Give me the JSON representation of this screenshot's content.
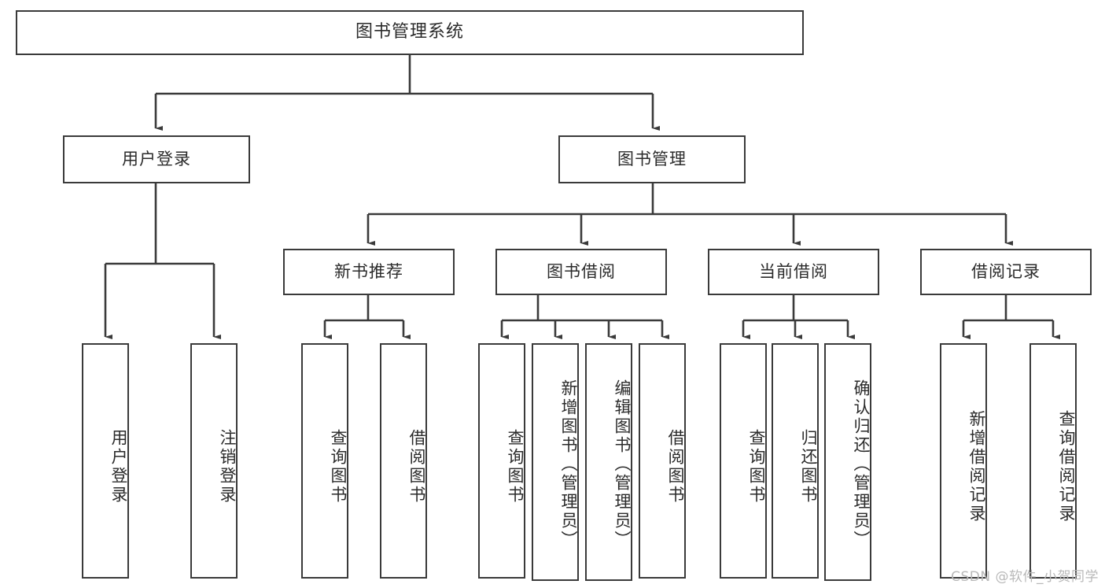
{
  "diagram": {
    "type": "tree-hierarchy",
    "title": "图书管理系统",
    "root": {
      "label": "图书管理系统"
    },
    "level1": [
      {
        "id": "user-login",
        "label": "用户登录"
      },
      {
        "id": "book-management",
        "label": "图书管理"
      }
    ],
    "level2": [
      {
        "id": "new-book-recommend",
        "label": "新书推荐",
        "parent": "book-management"
      },
      {
        "id": "book-borrow",
        "label": "图书借阅",
        "parent": "book-management"
      },
      {
        "id": "current-borrow",
        "label": "当前借阅",
        "parent": "book-management"
      },
      {
        "id": "borrow-record",
        "label": "借阅记录",
        "parent": "book-management"
      }
    ],
    "leaves": {
      "user_login": [
        {
          "id": "leaf-user-login",
          "label": "用户登录"
        },
        {
          "id": "leaf-logout-login",
          "label": "注销登录"
        }
      ],
      "new_book_recommend": [
        {
          "id": "leaf-query-book-1",
          "label": "查询图书"
        },
        {
          "id": "leaf-borrow-book-1",
          "label": "借阅图书"
        }
      ],
      "book_borrow": [
        {
          "id": "leaf-query-book-2",
          "label": "查询图书"
        },
        {
          "id": "leaf-add-book",
          "label": "新增图书（管理员）"
        },
        {
          "id": "leaf-edit-book",
          "label": "编辑图书（管理员）"
        },
        {
          "id": "leaf-borrow-book-2",
          "label": "借阅图书"
        }
      ],
      "current_borrow": [
        {
          "id": "leaf-query-book-3",
          "label": "查询图书"
        },
        {
          "id": "leaf-return-book",
          "label": "归还图书"
        },
        {
          "id": "leaf-confirm-return",
          "label": "确认归还（管理员）"
        }
      ],
      "borrow_record": [
        {
          "id": "leaf-add-record",
          "label": "新增借阅记录"
        },
        {
          "id": "leaf-query-record",
          "label": "查询借阅记录"
        }
      ]
    }
  },
  "watermark": {
    "text": "CSDN @软件_小贺同学"
  },
  "colors": {
    "border": "#3a3a3a",
    "background": "#ffffff",
    "text": "#2b2b2b",
    "watermark": "#b9b9b9"
  }
}
